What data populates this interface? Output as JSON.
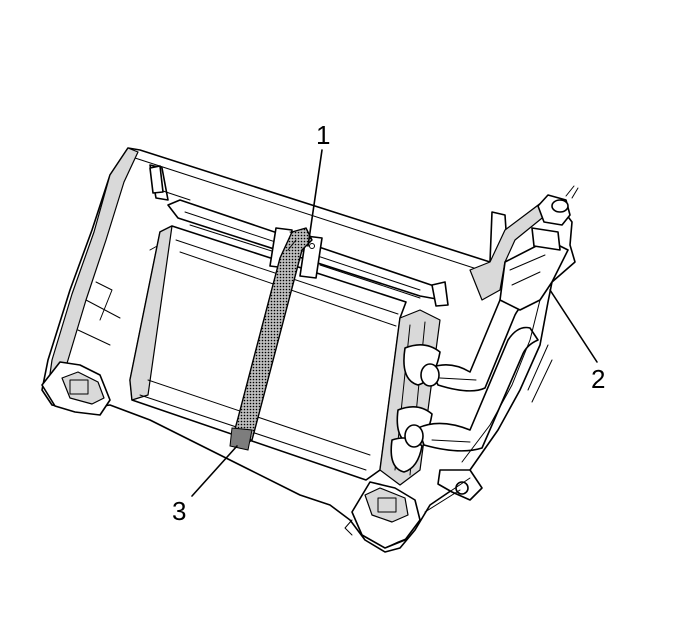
{
  "callouts": [
    {
      "id": "1",
      "label": "1"
    },
    {
      "id": "2",
      "label": "2"
    },
    {
      "id": "3",
      "label": "3"
    }
  ],
  "colors": {
    "line": "#000000",
    "shade": "#d9d9d9",
    "strap_fill": "#7d7d7d",
    "background": "#ffffff"
  }
}
